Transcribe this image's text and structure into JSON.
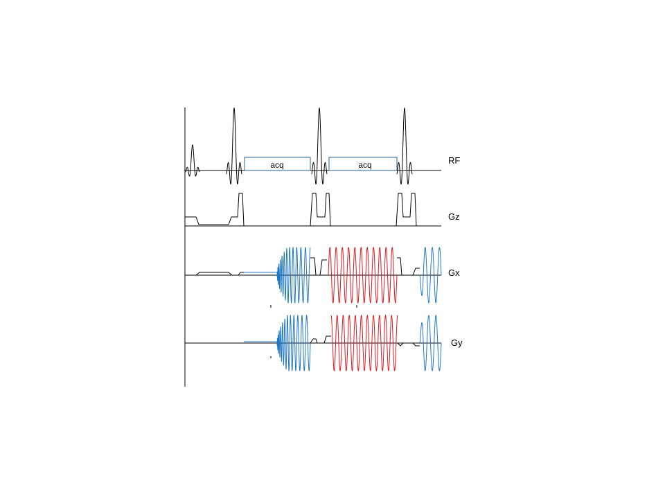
{
  "channels": {
    "rf": "RF",
    "gz": "Gz",
    "gx": "Gx",
    "gy": "Gy"
  },
  "acq_windows": [
    "acq",
    "acq"
  ],
  "colors": {
    "axis": "#000000",
    "acq_box": "#2e5f8a",
    "spiral_blue": "#1f77c4",
    "readout_red": "#e0191e",
    "pulse": "#000000"
  }
}
